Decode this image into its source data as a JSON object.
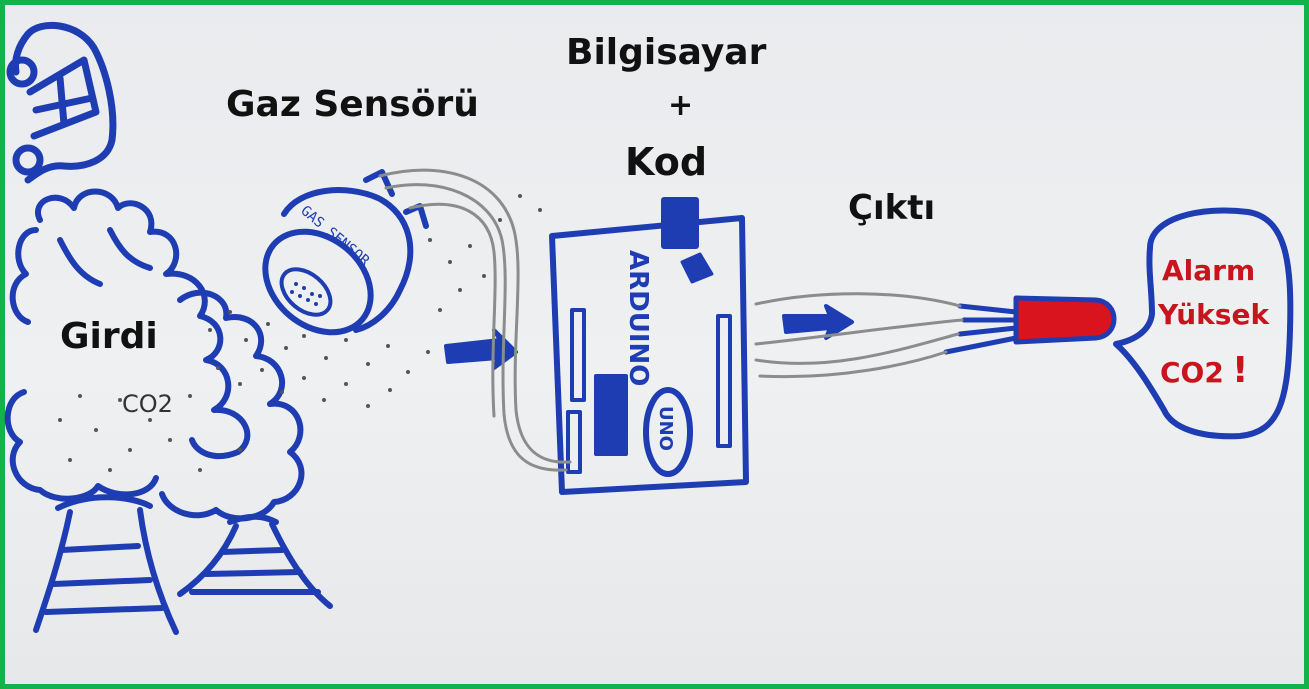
{
  "labels": {
    "computer": "Bilgisayar",
    "plus": "+",
    "code": "Kod",
    "gas_sensor": "Gaz Sensörü",
    "output": "Çıktı",
    "input": "Girdi",
    "co2_smoke": "CO2",
    "sensor_text": "GAS SENSOR",
    "arduino_text": "ARDUINO",
    "uno_text": "UNO"
  },
  "alarm": {
    "line1": "Alarm",
    "line2": "Yüksek",
    "line3": "CO2",
    "mark": "!"
  },
  "colors": {
    "ink_blue": "#1e3db3",
    "frame_green": "#12b34a",
    "alarm_red": "#c8141c",
    "led_red": "#d9141e",
    "wire_gray": "#8a8c8e"
  }
}
